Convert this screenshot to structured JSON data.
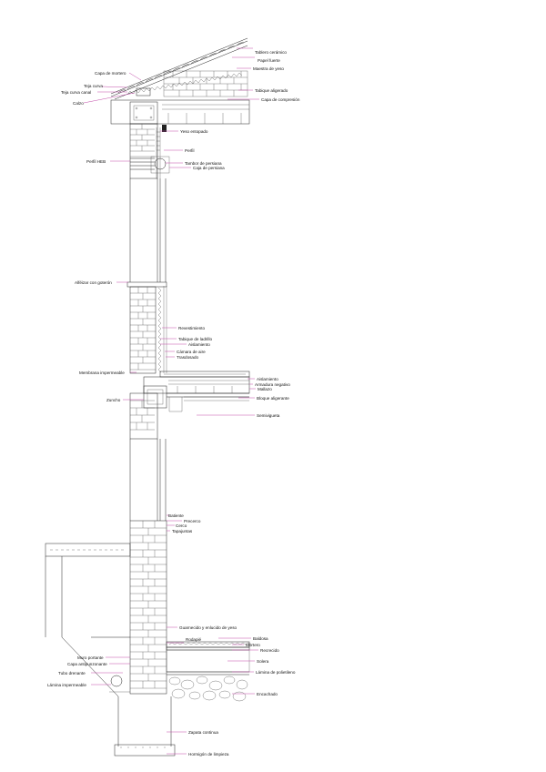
{
  "colors": {
    "line": "#222222",
    "leader": "#c14aa8",
    "text": "#111111"
  },
  "annotations": [
    {
      "id": "tablero-ceramico",
      "text": "Tablero cerámico"
    },
    {
      "id": "papel-fuerte",
      "text": "Papel fuerte"
    },
    {
      "id": "capa-de-mortero",
      "text": "Capa de mortero"
    },
    {
      "id": "maestra-de-yeso",
      "text": "Maestra de yeso"
    },
    {
      "id": "teja-curva",
      "text": "Teja curva"
    },
    {
      "id": "teja-curva-canal",
      "text": "Teja curva canal"
    },
    {
      "id": "tabique-aligerado",
      "text": "Tabique aligerado"
    },
    {
      "id": "calzo",
      "text": "Calzo"
    },
    {
      "id": "capa-de-compresion",
      "text": "Capa de compresión"
    },
    {
      "id": "yeso-entopado",
      "text": "Yeso entopado"
    },
    {
      "id": "perfil",
      "text": "Perfil"
    },
    {
      "id": "perfil-heb",
      "text": "Perfil HEB"
    },
    {
      "id": "tambor-de-persiana",
      "text": "Tambor de persiana"
    },
    {
      "id": "caja-de-persiana",
      "text": "Caja de persiana"
    },
    {
      "id": "alfeizar-con-goteron",
      "text": "Alféizar con goterón"
    },
    {
      "id": "revestimiento",
      "text": "Revestimiento"
    },
    {
      "id": "tabique-de-ladrillo",
      "text": "Tabique de ladrillo"
    },
    {
      "id": "aislamiento-1",
      "text": "Aislamiento"
    },
    {
      "id": "camara-de-aire",
      "text": "Cámara de aire"
    },
    {
      "id": "trasdosado",
      "text": "Trasdosado"
    },
    {
      "id": "membrana-impermeable",
      "text": "Membrana impermeable"
    },
    {
      "id": "aislamiento-2",
      "text": "Aislamiento"
    },
    {
      "id": "armadura-negativo",
      "text": "Armadura negativo"
    },
    {
      "id": "mallazo",
      "text": "Mallazo"
    },
    {
      "id": "zuncho",
      "text": "Zuncho"
    },
    {
      "id": "bloque-aligerante",
      "text": "Bloque aligerante"
    },
    {
      "id": "semivigueta",
      "text": "Semivigueta"
    },
    {
      "id": "batiente",
      "text": "Batiente"
    },
    {
      "id": "precerco",
      "text": "Precerco"
    },
    {
      "id": "cerco",
      "text": "Cerco"
    },
    {
      "id": "tapajuntas",
      "text": "Tapajuntas"
    },
    {
      "id": "guarnecido-enlucido",
      "text": "Guarnecido y enlucido de yeso"
    },
    {
      "id": "rodapie",
      "text": "Rodapié"
    },
    {
      "id": "baldosa",
      "text": "Baldosa"
    },
    {
      "id": "mortero",
      "text": "Mortero"
    },
    {
      "id": "recrecido",
      "text": "Recrecido"
    },
    {
      "id": "muro-portante",
      "text": "Muro portante"
    },
    {
      "id": "capa-antipunzonante",
      "text": "Capa antipunzonante"
    },
    {
      "id": "solera",
      "text": "Solera"
    },
    {
      "id": "tubo-drenante",
      "text": "Tubo drenante"
    },
    {
      "id": "lamina-de-polietileno",
      "text": "Lámina de polietileno"
    },
    {
      "id": "lamina-impermeable",
      "text": "Lámina impermeable"
    },
    {
      "id": "encachado",
      "text": "Encachado"
    },
    {
      "id": "zapata-continua",
      "text": "Zapata continua"
    },
    {
      "id": "hormigon-de-limpieza",
      "text": "Hormigón de limpieza"
    }
  ]
}
